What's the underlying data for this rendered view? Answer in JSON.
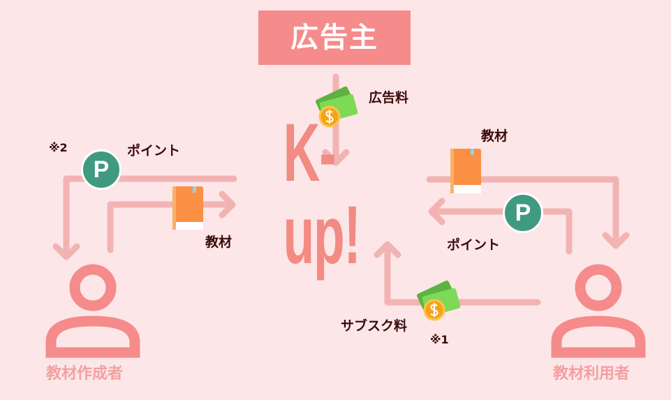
{
  "advertiser": {
    "label": "広告主"
  },
  "brand": {
    "name": "K-up!"
  },
  "flows": {
    "ad_fee": "広告料",
    "material_to_user": "教材",
    "points_from_user": "ポイント",
    "subscription_fee": "サブスク料",
    "points_to_creator": "ポイント",
    "material_from_creator": "教材"
  },
  "notes": {
    "note1": "※1",
    "note2": "※2"
  },
  "badges": {
    "point_symbol": "P"
  },
  "roles": {
    "creator": "教材作成者",
    "user": "教材利用者"
  },
  "colors": {
    "background": "#fde6e8",
    "accent": "#f58b8b",
    "arrow": "#f2b3b3",
    "point": "#3f9a80",
    "book": "#fb8f44",
    "money": "#6cc24a"
  }
}
